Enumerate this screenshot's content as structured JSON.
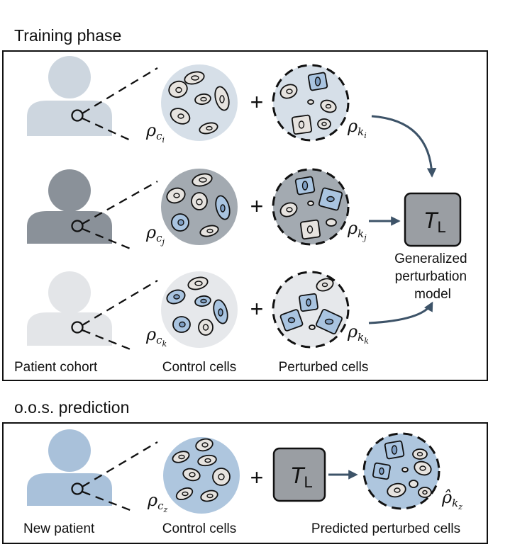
{
  "sections": {
    "training_title": "Training phase",
    "oos_title": "o.o.s. prediction"
  },
  "training": {
    "rows": [
      {
        "control_symbol": "ρ",
        "control_sub": "c",
        "control_subsub": "i",
        "perturbed_symbol": "ρ",
        "perturbed_sub": "k",
        "perturbed_subsub": "i",
        "patient_color": "#cdd6df",
        "circle_color": "#d6dfe8"
      },
      {
        "control_symbol": "ρ",
        "control_sub": "c",
        "control_subsub": "j",
        "perturbed_symbol": "ρ",
        "perturbed_sub": "k",
        "perturbed_subsub": "j",
        "patient_color": "#8a9199",
        "circle_color": "#a3aab1"
      },
      {
        "control_symbol": "ρ",
        "control_sub": "c",
        "control_subsub": "k",
        "perturbed_symbol": "ρ",
        "perturbed_sub": "k",
        "perturbed_subsub": "k",
        "patient_color": "#e3e5e8",
        "circle_color": "#e6e8eb"
      }
    ],
    "captions": {
      "patient": "Patient cohort",
      "control": "Control cells",
      "perturbed": "Perturbed cells"
    },
    "model": {
      "symbol": "T",
      "subscript": "L",
      "caption_lines": [
        "Generalized",
        "perturbation",
        "model"
      ]
    }
  },
  "oos": {
    "control_symbol": "ρ",
    "control_sub": "c",
    "control_subsub": "z",
    "predicted_symbol": "ρ̂",
    "predicted_sub": "k",
    "predicted_subsub": "z",
    "patient_color": "#a9c1da",
    "circle_color": "#aec6de",
    "captions": {
      "patient": "New patient",
      "control": "Control cells",
      "predicted": "Predicted perturbed cells"
    },
    "model": {
      "symbol": "T",
      "subscript": "L"
    }
  },
  "operators": {
    "plus": "+"
  },
  "colors": {
    "arrow": "#3d5368",
    "model_box": "#9a9ea3",
    "cell_light": "#e6e3df",
    "cell_blue": "#a9c4e0",
    "border": "#111111"
  }
}
